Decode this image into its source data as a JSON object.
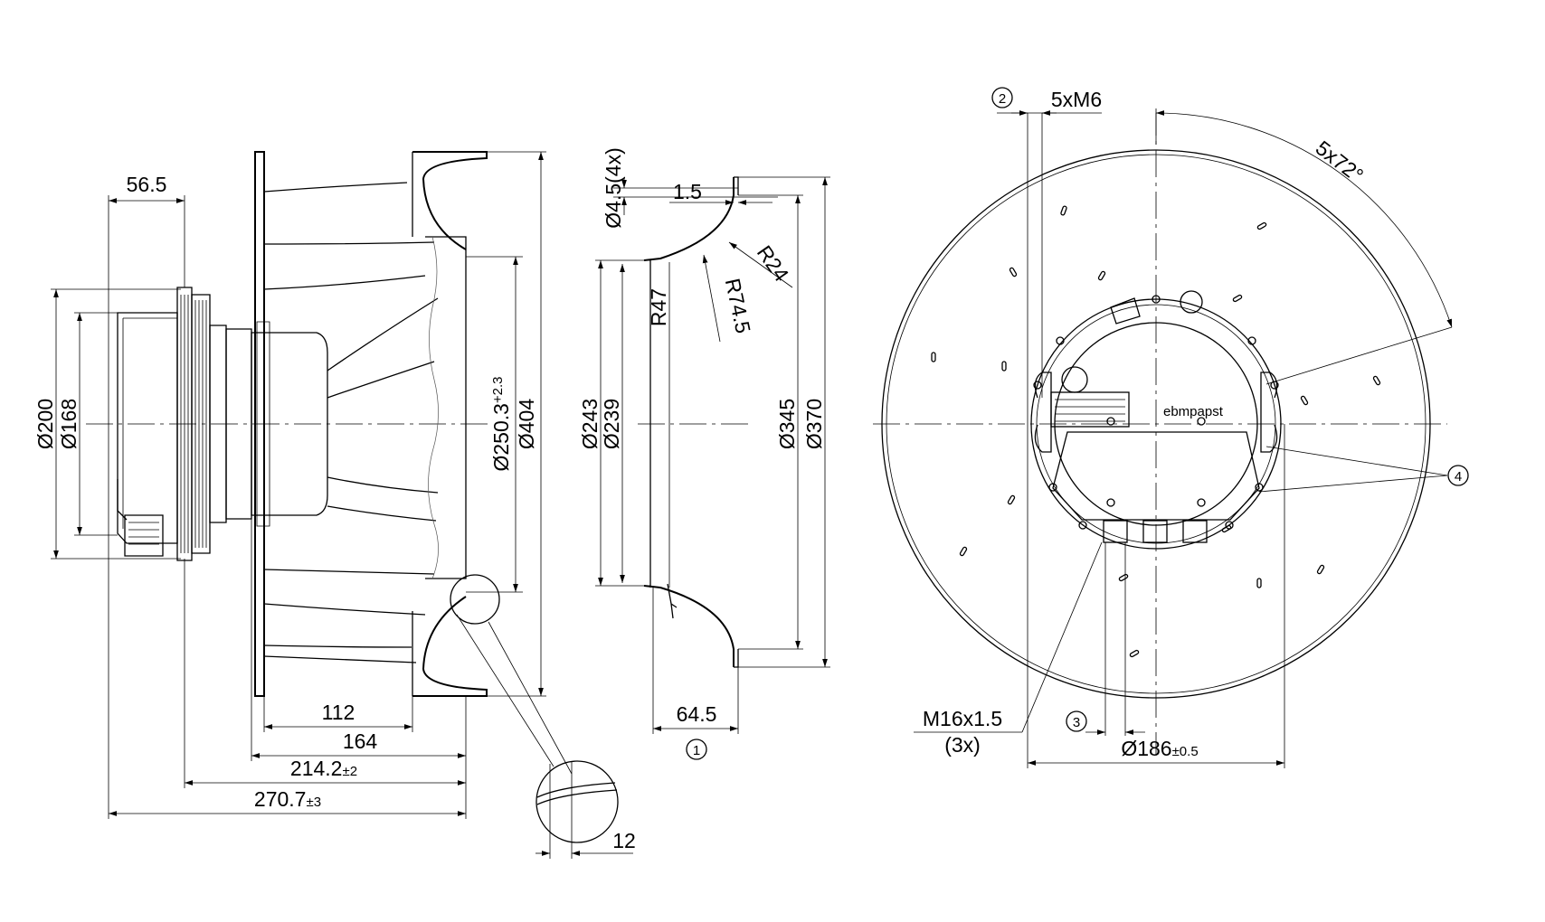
{
  "dimensions": {
    "d565": "56.5",
    "d200": "Ø200",
    "d168": "Ø168",
    "d2503": "Ø250.3",
    "d2503_tol": "+2.3",
    "d404": "Ø404",
    "d112": "112",
    "d164": "164",
    "d2142": "214.2",
    "d2142_tol": "±2",
    "d2707": "270.7",
    "d2707_tol": "±3",
    "d12": "12",
    "d45": "Ø4.5(4x)",
    "d15": "1.5",
    "r24": "R24",
    "r745": "R74.5",
    "r47": "R47",
    "d243": "Ø243",
    "d239": "Ø239",
    "d345": "Ø345",
    "d370": "Ø370",
    "d645": "64.5",
    "m6": "5xM6",
    "angle": "5x72°",
    "m16": "M16x1.5",
    "m16_qty": "(3x)",
    "d186": "Ø186",
    "d186_tol": "±0.5"
  },
  "callouts": {
    "c1": "1",
    "c2": "2",
    "c3": "3",
    "c4": "4"
  },
  "logo": "ebmpapst"
}
